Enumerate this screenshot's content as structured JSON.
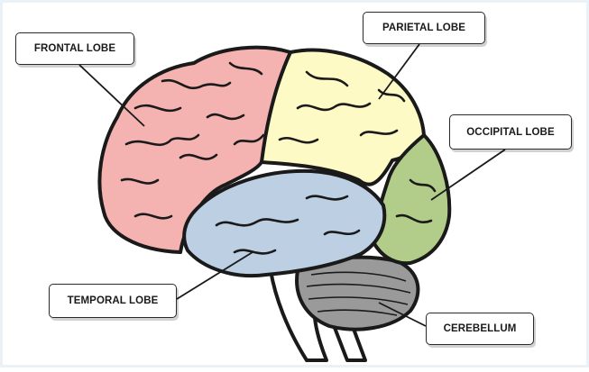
{
  "diagram": {
    "labels": {
      "frontal": "FRONTAL LOBE",
      "parietal": "PARIETAL LOBE",
      "occipital": "OCCIPITAL LOBE",
      "temporal": "TEMPORAL LOBE",
      "cerebellum": "CEREBELLUM"
    },
    "colors": {
      "frontal": "#f4b3b1",
      "parietal": "#fdfac5",
      "occipital": "#b2cd8a",
      "temporal": "#bccfe3",
      "cerebellum": "#9a9a9a",
      "stem": "#ffffff",
      "outline": "#1a1a1a"
    }
  }
}
